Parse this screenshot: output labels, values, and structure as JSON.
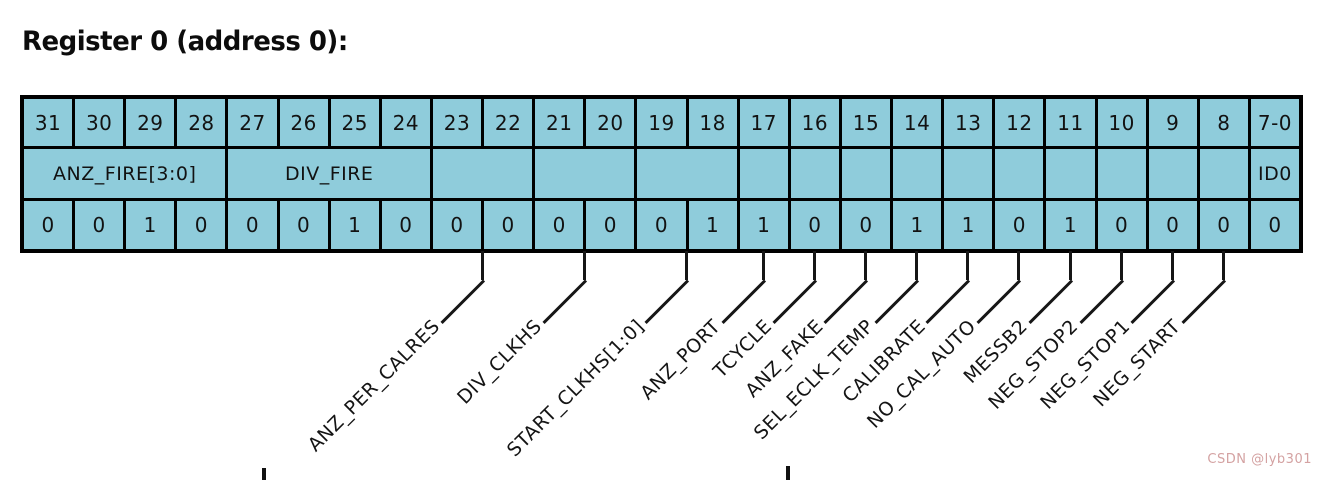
{
  "title": "Register 0 (address 0):",
  "watermark": "CSDN @lyb301",
  "colors": {
    "cell_fill": "#8fccdb",
    "border": "#000000",
    "leader_line": "#161616",
    "watermark_text": "#d4a2a2"
  },
  "register_table": {
    "bit_headers": [
      "31",
      "30",
      "29",
      "28",
      "27",
      "26",
      "25",
      "24",
      "23",
      "22",
      "21",
      "20",
      "19",
      "18",
      "17",
      "16",
      "15",
      "14",
      "13",
      "12",
      "11",
      "10",
      "9",
      "8",
      "7-0"
    ],
    "field_cells": [
      {
        "label": "ANZ_FIRE[3:0]",
        "bits": "31-28",
        "span": 4
      },
      {
        "label": "DIV_FIRE",
        "bits": "27-24",
        "span": 4
      },
      {
        "label": "",
        "bits": "23-22",
        "span": 2
      },
      {
        "label": "",
        "bits": "21-20",
        "span": 2
      },
      {
        "label": "",
        "bits": "19-18",
        "span": 2
      },
      {
        "label": "",
        "bits": "17",
        "span": 1
      },
      {
        "label": "",
        "bits": "16",
        "span": 1
      },
      {
        "label": "",
        "bits": "15",
        "span": 1
      },
      {
        "label": "",
        "bits": "14",
        "span": 1
      },
      {
        "label": "",
        "bits": "13",
        "span": 1
      },
      {
        "label": "",
        "bits": "12",
        "span": 1
      },
      {
        "label": "",
        "bits": "11",
        "span": 1
      },
      {
        "label": "",
        "bits": "10",
        "span": 1
      },
      {
        "label": "",
        "bits": "9",
        "span": 1
      },
      {
        "label": "",
        "bits": "8",
        "span": 1
      },
      {
        "label": "ID0",
        "bits": "7-0",
        "span": 1
      }
    ],
    "values": [
      "0",
      "0",
      "1",
      "0",
      "0",
      "0",
      "1",
      "0",
      "0",
      "0",
      "0",
      "0",
      "0",
      "1",
      "1",
      "0",
      "0",
      "1",
      "1",
      "0",
      "1",
      "0",
      "0",
      "0",
      "0"
    ]
  },
  "callouts": [
    {
      "label": "ANZ_PER_CALRES",
      "bits": "23-22"
    },
    {
      "label": "DIV_CLKHS",
      "bits": "21-20"
    },
    {
      "label": "START_CLKHS[1:0]",
      "bits": "19-18"
    },
    {
      "label": "ANZ_PORT",
      "bits": "17"
    },
    {
      "label": "TCYCLE",
      "bits": "16"
    },
    {
      "label": "ANZ_FAKE",
      "bits": "15"
    },
    {
      "label": "SEL_ECLK_TEMP",
      "bits": "14"
    },
    {
      "label": "CALIBRATE",
      "bits": "13"
    },
    {
      "label": "NO_CAL_AUTO",
      "bits": "12"
    },
    {
      "label": "MESSB2",
      "bits": "11"
    },
    {
      "label": "NEG_STOP2",
      "bits": "10"
    },
    {
      "label": "NEG_STOP1",
      "bits": "9"
    },
    {
      "label": "NEG_START",
      "bits": "8"
    }
  ]
}
